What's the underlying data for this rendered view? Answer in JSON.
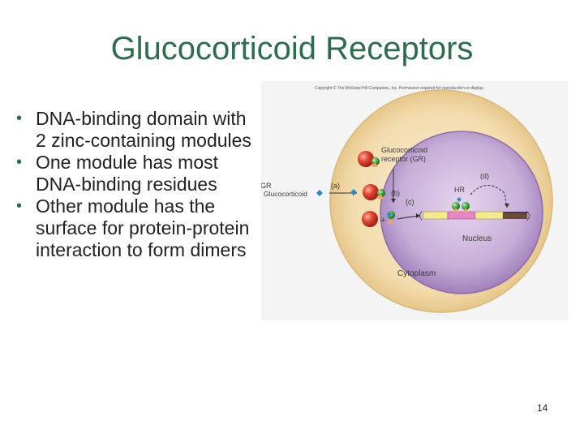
{
  "slide": {
    "title": "Glucocorticoid Receptors",
    "bullets": [
      "DNA-binding domain with 2 zinc-containing modules",
      "One module has most DNA-binding residues",
      "Other module has the surface for protein-protein interaction to form dimers"
    ],
    "page_number": "14"
  },
  "figure": {
    "copyright": "Copyright © The McGraw-Hill Companies, Inc. Permission required for reproduction or display.",
    "labels": {
      "receptor_line1": "Glucocorticoid",
      "receptor_line2": "receptor (GR)",
      "ligand": "Glucocorticoid",
      "gr": "GR",
      "step_a": "(a)",
      "step_b": "(b)",
      "step_c": "(c)",
      "step_d": "(d)",
      "hr": "HR",
      "nucleus": "Nucleus",
      "cytoplasm": "Cytoplasm",
      "plus": "+"
    },
    "colors": {
      "cytoplasm": "#f2d9a6",
      "nucleus": "#b69ac9",
      "receptor": "#d23b2b",
      "ligand": "#2b8cc4",
      "dna_yellow": "#f3ea90",
      "dna_pink": "#e389c8",
      "dna_brown": "#6b4a3a"
    }
  }
}
